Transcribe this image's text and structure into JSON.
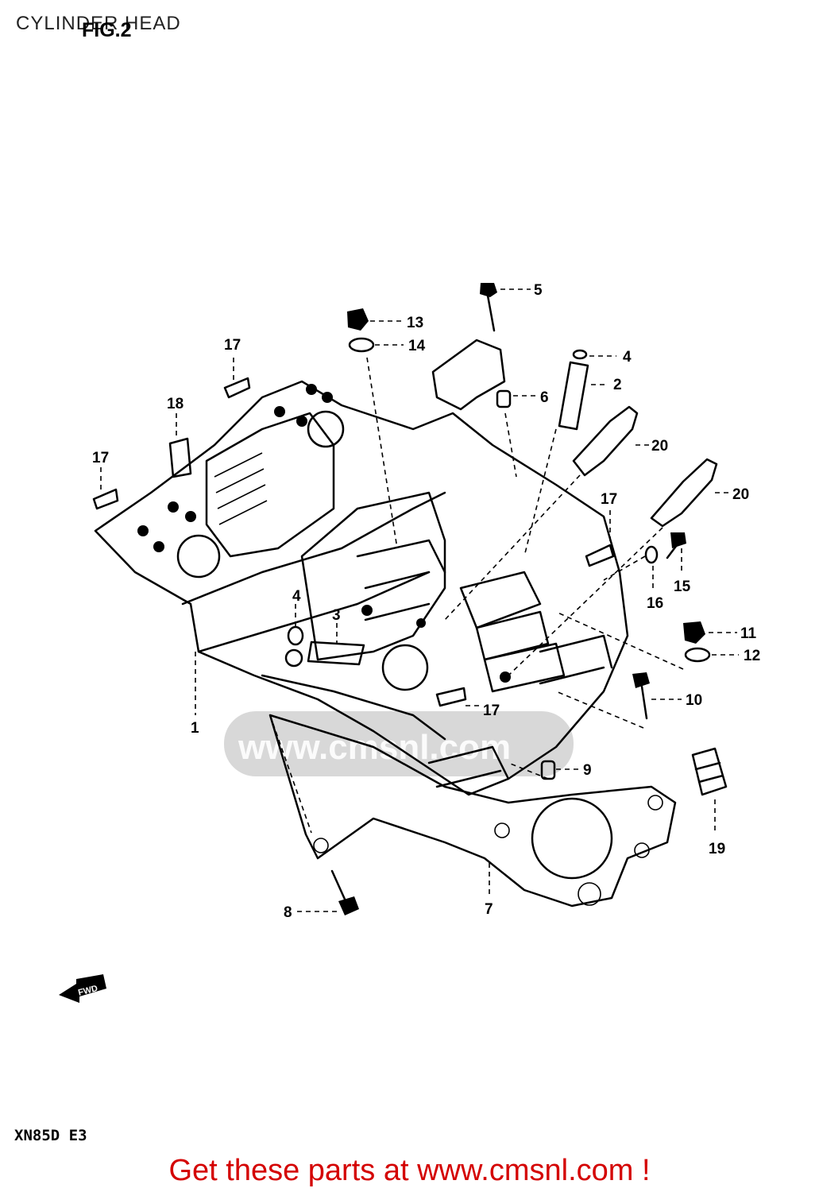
{
  "page": {
    "title": "CYLINDER HEAD",
    "figure_label": "FIG.2",
    "model_code": "XN85D E3",
    "footer_link": "Get these parts at www.cmsnl.com !",
    "watermark": "www.cmsnl.com"
  },
  "diagram": {
    "callouts": [
      {
        "id": "c1",
        "label": "1"
      },
      {
        "id": "c2",
        "label": "2"
      },
      {
        "id": "c3",
        "label": "3"
      },
      {
        "id": "c4a",
        "label": "4"
      },
      {
        "id": "c4b",
        "label": "4"
      },
      {
        "id": "c5",
        "label": "5"
      },
      {
        "id": "c6",
        "label": "6"
      },
      {
        "id": "c7",
        "label": "7"
      },
      {
        "id": "c8",
        "label": "8"
      },
      {
        "id": "c9",
        "label": "9"
      },
      {
        "id": "c10",
        "label": "10"
      },
      {
        "id": "c11",
        "label": "11"
      },
      {
        "id": "c12",
        "label": "12"
      },
      {
        "id": "c13",
        "label": "13"
      },
      {
        "id": "c14",
        "label": "14"
      },
      {
        "id": "c15",
        "label": "15"
      },
      {
        "id": "c16",
        "label": "16"
      },
      {
        "id": "c17a",
        "label": "17"
      },
      {
        "id": "c17b",
        "label": "17"
      },
      {
        "id": "c17c",
        "label": "17"
      },
      {
        "id": "c17d",
        "label": "17"
      },
      {
        "id": "c18",
        "label": "18"
      },
      {
        "id": "c19",
        "label": "19"
      },
      {
        "id": "c20a",
        "label": "20"
      },
      {
        "id": "c20b",
        "label": "20"
      }
    ],
    "fwd_arrow_label": "FWD"
  },
  "colors": {
    "footer": "#d40000",
    "line": "#000000",
    "watermark": "#d8d8d8"
  }
}
